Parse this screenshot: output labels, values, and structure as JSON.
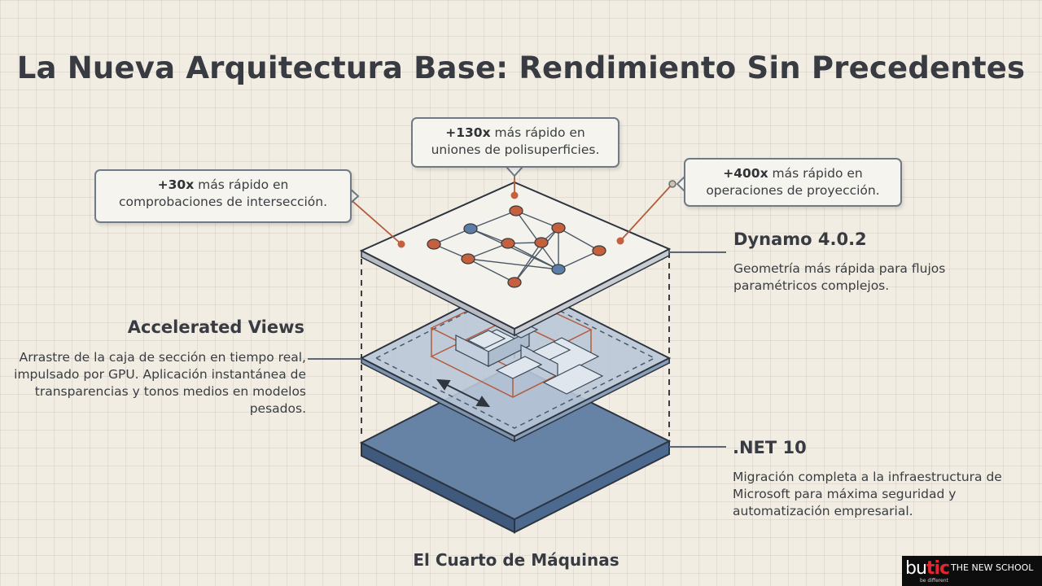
{
  "title": "La Nueva Arquitectura Base: Rendimiento Sin Precedentes",
  "callouts": {
    "intersection": {
      "highlight": "+30x",
      "line1_rest": " más rápido en",
      "line2": "comprobaciones de intersección."
    },
    "polysurface": {
      "highlight": "+130x",
      "line1_rest": " más rápido en",
      "line2": "uniones de polisuperficies."
    },
    "projection": {
      "highlight": "+400x",
      "line1_rest": " más rápido en",
      "line2": "operaciones de proyección."
    }
  },
  "layers": {
    "dynamo": {
      "title": "Dynamo 4.0.2",
      "description": "Geometría más rápida para flujos paramétricos complejos."
    },
    "views": {
      "title": "Accelerated Views",
      "description": "Arrastre de la caja de sección en tiempo real, impulsado por GPU. Aplicación instantánea de transparencias y tonos medios en modelos pesados."
    },
    "net": {
      "title": ".NET 10",
      "description": "Migración completa a la infraestructura de Microsoft para máxima seguridad y automatización empresarial."
    }
  },
  "bottom_label": "El Cuarto de Máquinas",
  "logo": {
    "part1": "bu",
    "part2": "tic",
    "tagline": "THE NEW SCHOOL",
    "slogan": "be different"
  },
  "colors": {
    "background": "#f1ede3",
    "node_orange": "#c5603f",
    "node_blue": "#5b7ea8",
    "platform_dark": "#5d7a9e",
    "accent_line": "#b35c3c",
    "logo_red": "#e3262f"
  }
}
